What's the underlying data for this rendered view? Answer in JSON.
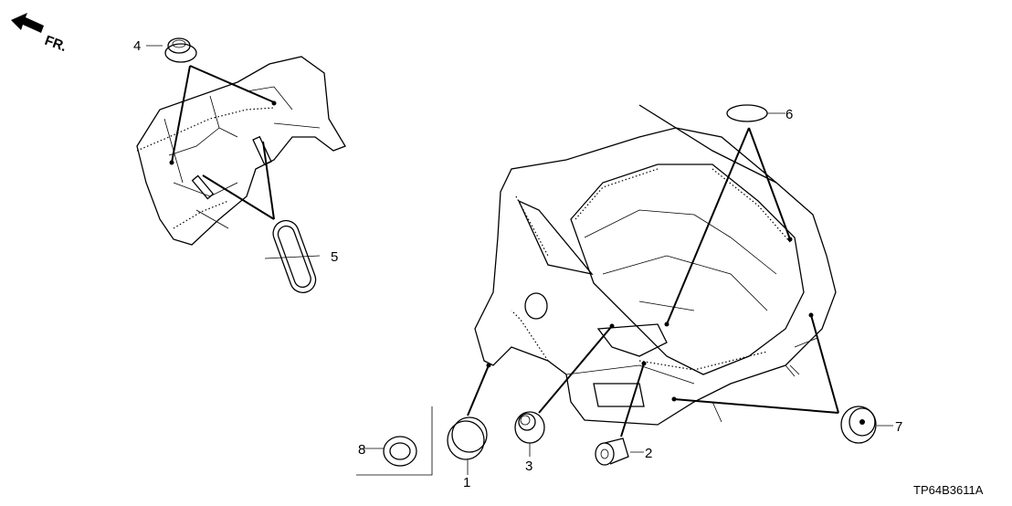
{
  "direction_indicator": {
    "label": "FR."
  },
  "callouts": [
    {
      "number": "1",
      "part": "grommet"
    },
    {
      "number": "2",
      "part": "grommet"
    },
    {
      "number": "3",
      "part": "grommet"
    },
    {
      "number": "4",
      "part": "grommet"
    },
    {
      "number": "5",
      "part": "grommet"
    },
    {
      "number": "6",
      "part": "seal"
    },
    {
      "number": "7",
      "part": "grommet"
    },
    {
      "number": "8",
      "part": "grommet"
    }
  ],
  "diagram_code": "TP64B3611A"
}
